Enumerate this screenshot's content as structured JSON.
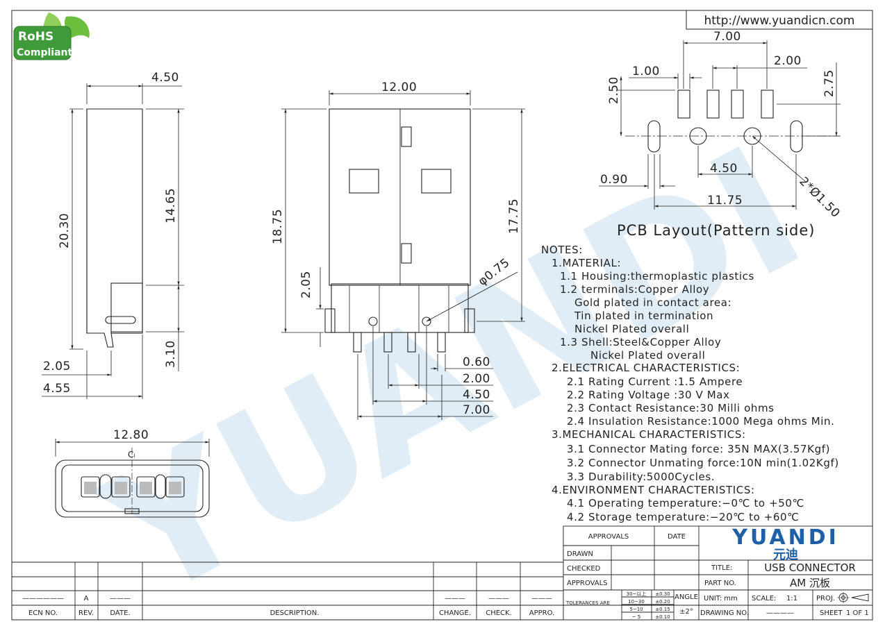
{
  "header": {
    "url": "http://www.yuandicn.com",
    "rohs_line1": "RoHS",
    "rohs_line2": "Compliant",
    "watermark": "YUANDI"
  },
  "side_view": {
    "dim_top": "4.50",
    "dim_height_total": "20.30",
    "dim_upper": "14.65",
    "dim_lower": "3.10",
    "dim_a": "2.05",
    "dim_b": "4.55"
  },
  "front_view": {
    "dim_width": "12.00",
    "dim_height": "18.75",
    "dim_height2": "17.75",
    "dim_small": "2.05",
    "dim_hole": "φ0.75",
    "pin_dims": [
      "0.60",
      "2.00",
      "4.50",
      "7.00"
    ]
  },
  "end_view": {
    "dim_width": "12.80",
    "centerline": "Cₗ"
  },
  "pcb_layout": {
    "title": "PCB Layout(Pattern side)",
    "dim_7": "7.00",
    "dim_2": "2.00",
    "dim_1": "1.00",
    "dim_250": "2.50",
    "dim_275": "2.75",
    "dim_090": "0.90",
    "dim_450": "4.50",
    "dim_1175": "11.75",
    "dim_hole": "2*Ø1.50"
  },
  "notes": [
    "NOTES:",
    "1.MATERIAL:",
    "1.1  Housing:thermoplastic  plastics",
    "1.2  terminals:Copper  Alloy",
    "Gold  plated  in  contact  area:",
    "Tin  plated  in  termination",
    "Nickel  Plated  overall",
    "1.3  Shell:Steel&Copper  Alloy",
    "Nickel  Plated  overall",
    "2.ELECTRICAL  CHARACTERISTICS:",
    "2.1  Rating  Current  :1.5  Ampere",
    "2.2  Rating  Voltage  :30  V  Max",
    "2.3  Contact  Resistance:30  Milli  ohms",
    "2.4  Insulation  Resistance:1000  Mega  ohms  Min.",
    "3.MECHANICAL  CHARACTERISTICS:",
    "3.1  Connector  Mating  force:  35N  MAX(3.57Kgf)",
    "3.2  Connector  Unmating  force:10N  min(1.02Kgf)",
    "3.3  Durability:5000Cycles.",
    "4.ENVIRONMENT  CHARACTERISTICS:",
    "4.1  Operating  temperature:−0℃  to  +50℃",
    "4.2  Storage  temperature:−20℃  to  +60℃"
  ],
  "title_block": {
    "approvals": "APPROVALS",
    "date": "DATE",
    "drawn": "DRAWN",
    "checked": "CHECKED",
    "approvals2": "APPROVALS",
    "tolerances": "TOLERANCES  ARE",
    "tol_ranges": [
      "30~以上",
      "10~30",
      "5~10",
      "~ 5"
    ],
    "tol_values": [
      "±0.30",
      "±0.20",
      "±0.15",
      "±0.10"
    ],
    "angle": "ANGLE",
    "angle_val": "±2°",
    "logo_en": "YUANDI",
    "logo_cn": "元迪",
    "title_label": "TITLE:",
    "title_value": "USB CONNECTOR",
    "part_label": "PART NO.",
    "part_value": "AM 沉板",
    "unit": "UNIT: mm",
    "scale_label": "SCALE:",
    "scale_value": "1:1",
    "proj": "PROJ.",
    "drawing_no": "DRAWING NO.",
    "drawing_val": "————",
    "sheet": "SHEET",
    "sheet_val": "1  OF  1"
  },
  "revision_block": {
    "headers": [
      "ECN  NO.",
      "REV.",
      "DATE.",
      "DESCRIPTION.",
      "CHANGE.",
      "CHECK.",
      "APPRO."
    ],
    "row_ecn": "——————",
    "row_rev": "A",
    "row_date": "———",
    "row_change": "———",
    "row_check": "———",
    "row_appro": "———"
  },
  "colors": {
    "line": "#2a2a2a",
    "logo_blue": "#1f5fa6",
    "watermark": "#c8dff0",
    "rohs_green": "#3f9a3a"
  }
}
